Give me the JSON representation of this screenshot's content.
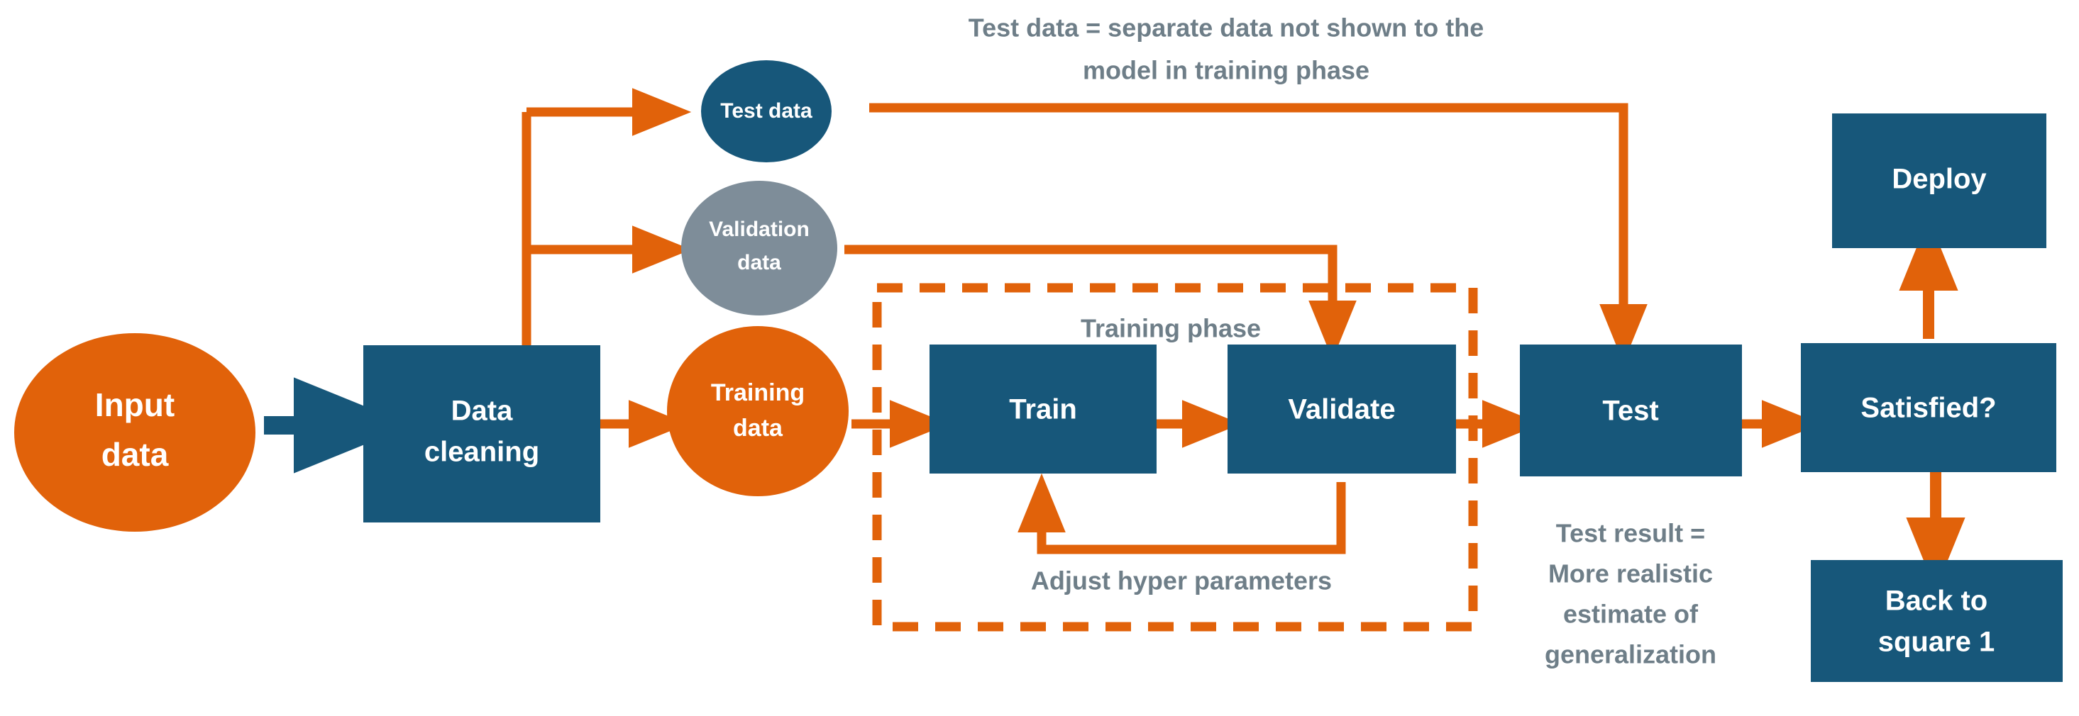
{
  "colors": {
    "orange": "#E1620A",
    "dark_blue": "#17577A",
    "gray": "#7E8D99",
    "note_gray": "#6E7E88",
    "white": "#FFFFFF",
    "background": "#FFFFFF"
  },
  "nodes": {
    "input_data": {
      "label": "Input data",
      "line1": "Input",
      "line2": "data",
      "shape": "circle",
      "color": "#E1620A"
    },
    "data_cleaning": {
      "label": "Data cleaning",
      "line1": "Data",
      "line2": "cleaning",
      "shape": "rect",
      "color": "#17577A"
    },
    "test_data": {
      "label": "Test data",
      "line1": "Test data",
      "line2": "",
      "shape": "circle",
      "color": "#17577A"
    },
    "validation_data": {
      "label": "Validation data",
      "line1": "Validation",
      "line2": "data",
      "shape": "circle",
      "color": "#7E8D99"
    },
    "training_data": {
      "label": "Training data",
      "line1": "Training",
      "line2": "data",
      "shape": "circle",
      "color": "#E1620A"
    },
    "train": {
      "label": "Train",
      "line1": "Train",
      "line2": "",
      "shape": "rect",
      "color": "#17577A"
    },
    "validate": {
      "label": "Validate",
      "line1": "Validate",
      "line2": "",
      "shape": "rect",
      "color": "#17577A"
    },
    "test": {
      "label": "Test",
      "line1": "Test",
      "line2": "",
      "shape": "rect",
      "color": "#17577A"
    },
    "satisfied": {
      "label": "Satisfied?",
      "line1": "Satisfied?",
      "line2": "",
      "shape": "rect",
      "color": "#17577A"
    },
    "deploy": {
      "label": "Deploy",
      "line1": "Deploy",
      "line2": "",
      "shape": "rect",
      "color": "#17577A"
    },
    "back_to_square_one": {
      "label": "Back to square 1",
      "line1": "Back to",
      "line2": "square 1",
      "shape": "rect",
      "color": "#17577A"
    }
  },
  "annotations": {
    "test_data_note": {
      "line1": "Test data = separate data not shown to the",
      "line2": "model in training phase"
    },
    "training_phase_label": "Training phase",
    "adjust_hyper_parameters_label": "Adjust hyper parameters",
    "test_result_note": {
      "line1": "Test result =",
      "line2": "More realistic",
      "line3": "estimate of",
      "line4": "generalization"
    }
  },
  "groups": {
    "training_phase_box": {
      "style": "dashed",
      "color": "#E1620A"
    }
  },
  "edges": [
    {
      "from": "input_data",
      "to": "data_cleaning",
      "style": "solid-blue-arrow"
    },
    {
      "from": "data_cleaning",
      "to": "test_data",
      "style": "solid-orange-arrow"
    },
    {
      "from": "data_cleaning",
      "to": "validation_data",
      "style": "solid-orange-arrow"
    },
    {
      "from": "data_cleaning",
      "to": "training_data",
      "style": "solid-orange-arrow"
    },
    {
      "from": "training_data",
      "to": "train",
      "style": "solid-orange-arrow"
    },
    {
      "from": "train",
      "to": "validate",
      "style": "solid-orange-arrow"
    },
    {
      "from": "validate",
      "to": "train",
      "style": "solid-orange-arrow-loop"
    },
    {
      "from": "validation_data",
      "to": "validate",
      "style": "solid-orange-arrow"
    },
    {
      "from": "validate",
      "to": "test",
      "style": "solid-orange-arrow"
    },
    {
      "from": "test_data",
      "to": "test",
      "style": "solid-orange-arrow"
    },
    {
      "from": "test",
      "to": "satisfied",
      "style": "solid-orange-arrow"
    },
    {
      "from": "satisfied",
      "to": "deploy",
      "style": "solid-orange-arrow"
    },
    {
      "from": "satisfied",
      "to": "back_to_square_one",
      "style": "solid-orange-arrow"
    }
  ]
}
